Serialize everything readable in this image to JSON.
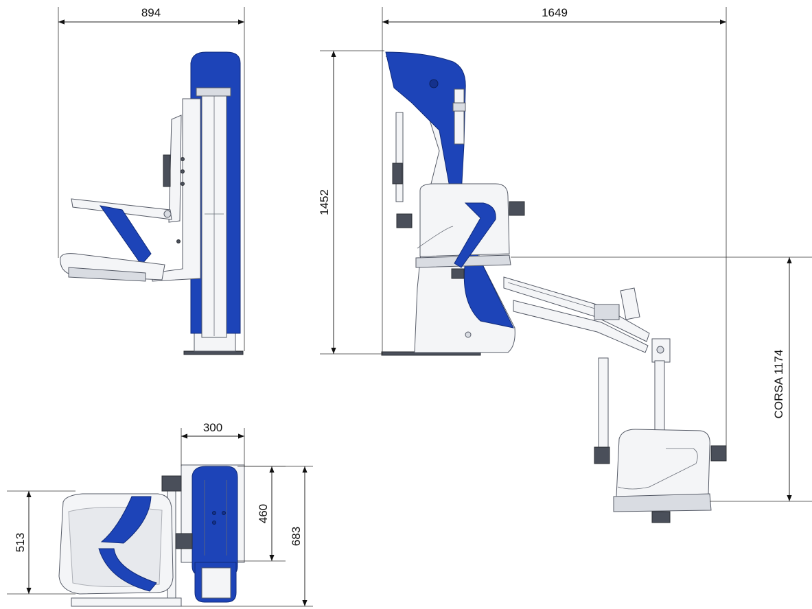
{
  "dimensions": {
    "side_width": "894",
    "reach_width": "1649",
    "height": "1452",
    "stroke": "CORSA 1174",
    "column_width": "300",
    "seat_depth": "513",
    "column_depth": "460",
    "total_depth": "683"
  },
  "colors": {
    "body_blue": "#1d44b8",
    "frame_white": "#f4f5f7",
    "line": "#222222"
  }
}
